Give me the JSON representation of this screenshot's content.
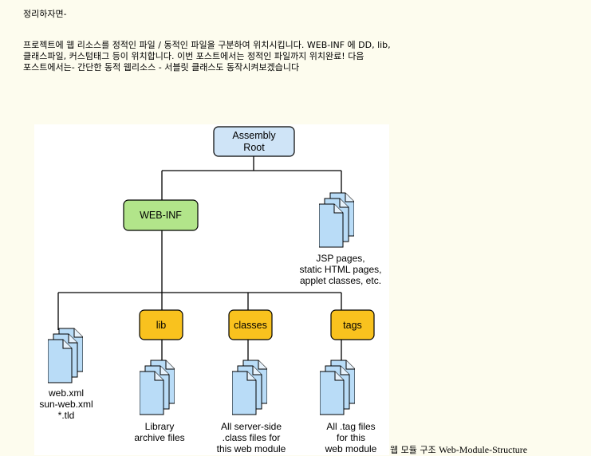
{
  "heading": "정리하자면-",
  "paragraph_lines": [
    "프로젝트에 웹 리소스를 정적인 파일 / 동적인 파일을 구분하여 위치시킵니다. WEB-INF 에 DD, lib,",
    "클래스파일, 커스텀태그 등이 위치합니다. 이번 포스트에서는 정적인 파일까지 위치완료! 다음",
    "포스트에서는- 간단한 동적 웹리소스 - 서블릿 클래스도 동작시켜보겠습니다"
  ],
  "diagram": {
    "root_line1": "Assembly",
    "root_line2": "Root",
    "webinf": "WEB-INF",
    "lib": "lib",
    "classes": "classes",
    "tags": "tags",
    "jsp_lines": [
      "JSP pages,",
      "static HTML pages,",
      "applet classes, etc."
    ],
    "webxml_lines": [
      "web.xml",
      "sun-web.xml",
      "*.tld"
    ],
    "lib_files_lines": [
      "Library",
      "archive files"
    ],
    "classes_files_lines": [
      "All server-side",
      ".class files for",
      "this web module"
    ],
    "tags_files_lines": [
      "All .tag files",
      "for this",
      "web module"
    ],
    "colors": {
      "root": "#cfe4f7",
      "webinf": "#b2e58a",
      "folder": "#f9c21e",
      "document": "#b9dcf7",
      "line": "#000000"
    }
  },
  "caption_kr": "웹 모듈 구조",
  "caption_en": "Web-Module-Structure"
}
